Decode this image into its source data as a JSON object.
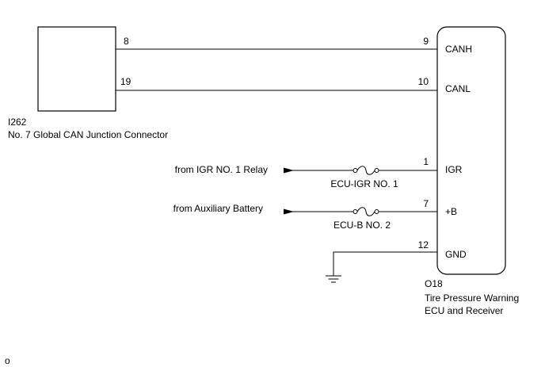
{
  "junction_connector": {
    "id": "I262",
    "name": "No. 7 Global CAN Junction Connector",
    "pins": {
      "canh": "8",
      "canl": "19"
    }
  },
  "ecu": {
    "id": "O18",
    "name_line1": "Tire Pressure Warning",
    "name_line2": "ECU and Receiver",
    "pins": {
      "canh": {
        "number": "9",
        "label": "CANH"
      },
      "canl": {
        "number": "10",
        "label": "CANL"
      },
      "igr": {
        "number": "1",
        "label": "IGR"
      },
      "b": {
        "number": "7",
        "label": "+B"
      },
      "gnd": {
        "number": "12",
        "label": "GND"
      }
    }
  },
  "sources": {
    "igr": "from IGR NO. 1 Relay",
    "aux": "from Auxiliary Battery"
  },
  "fuses": {
    "igr": "ECU-IGR NO. 1",
    "b": "ECU-B NO. 2"
  },
  "footer_mark": "o"
}
